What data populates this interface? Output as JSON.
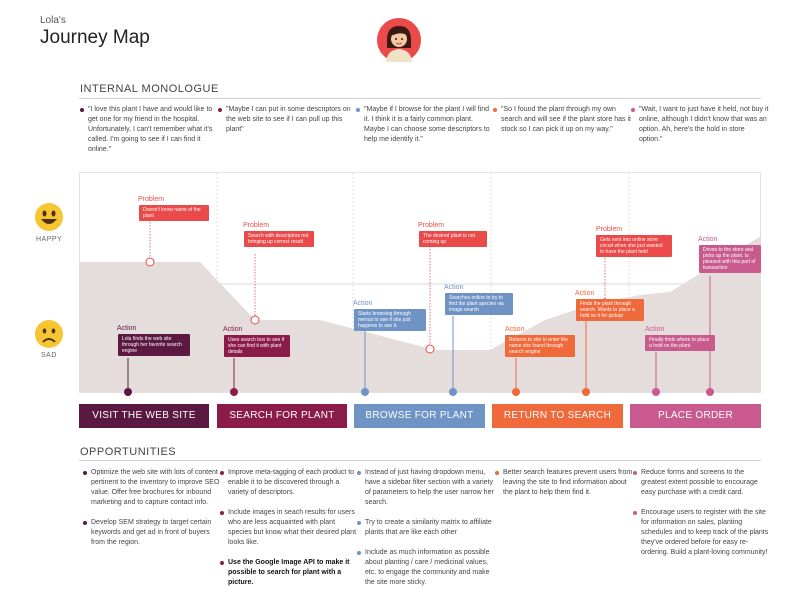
{
  "header": {
    "owner": "Lola's",
    "title": "Journey Map"
  },
  "sections": {
    "monologue": "INTERNAL MONOLOGUE",
    "opportunities": "OPPORTUNITIES"
  },
  "emotions": {
    "happy": "HAPPY",
    "sad": "SAD"
  },
  "colors": {
    "visit": "#5b1840",
    "search": "#8b1c4a",
    "browse": "#6f93c5",
    "return": "#f0693b",
    "order": "#c95a8e",
    "problem": "#ea4a4a",
    "curve_fill": "#e5dcdc"
  },
  "monologue": [
    "\"I love this plant I have and would like to get one for my friend in the hospital.  Unfortunately, I can't remember what it's called.  I'm going to see if I can find it online.\"",
    "\"Maybe I can put in some descriptors on the web site to see if I can pull up this plant\"",
    "\"Maybe if I browse for the plant I will find it.  I think it is a fairly common plant.  Maybe I can choose some descriptors to help me identify it.\"",
    "\"So I found the plant through my own search and will see if the plant store has it stock so I can pick it up on my way.\"",
    "\"Wait, I want to just have it held, not buy it online, although I didn't know that was an option.  Ah, here's the hold in store option.\""
  ],
  "problems": [
    {
      "label": "Problem",
      "text": "Doesn't know name of the plant"
    },
    {
      "label": "Problem",
      "text": "Search with descriptors not bringing up correct result"
    },
    {
      "label": "Problem",
      "text": "The desired plant is not coming up"
    },
    {
      "label": "Problem",
      "text": "Gets sent into online store circuit when she just wanted to have the plant held"
    }
  ],
  "actions": [
    {
      "label": "Action",
      "text": "Lola finds the web site through her favorite search engine"
    },
    {
      "label": "Action",
      "text": "Uses search box to see if she can find it with plant details"
    },
    {
      "label": "Action",
      "text": "Starts browsing through menus to see if she just happens to see it."
    },
    {
      "label": "Action",
      "text": "Searches online to try to find the plant species via image search"
    },
    {
      "label": "Action",
      "text": "Returns to site to enter the name she found through search engine"
    },
    {
      "label": "Action",
      "text": "Finds the plant through search. Wants to place a hold so it for pickup"
    },
    {
      "label": "Action",
      "text": "Finally finds where to place a hold on the plant"
    },
    {
      "label": "Action",
      "text": "Drives to the store and picks up the plant. Is pleased with this part of transaction"
    }
  ],
  "stages": [
    "VISIT THE WEB SITE",
    "SEARCH FOR PLANT",
    "BROWSE FOR PLANT",
    "RETURN TO SEARCH",
    "PLACE ORDER"
  ],
  "opportunities": [
    [
      "Optimize the web site with lots of content pertinent to the inventory to improve SEO value. Offer free brochures for inbound marketing and to capture contact info.",
      "Develop SEM strategy to target certain keywords and get ad in front of buyers from the region."
    ],
    [
      "Improve meta-tagging of each product to enable it to be discovered through a variety of descriptors.",
      "Include images in seach results for users who are less acquainted with plant species but know what their desired plant looks like.",
      "Use the Google Image API to make it possible to search for plant with a picture."
    ],
    [
      "Instead of just having dropdown menu, have a sidebar filter section with a variety of parameters to help the user narrow her search.",
      "Try to create a similarity matrix to affiliate plants that are like each other",
      "Include as much information as possible about planting / care / medicinal values, etc. to engage the community and make the site more sticky."
    ],
    [
      "Better search features prevent users from leaving the site to find information about the plant to help them find it."
    ],
    [
      "Reduce forms and screens to the greatest extent possible to encourage easy purchase with a credit card.",
      "Encourage users to register with the site for information on sales, planting schedules and to keep track of the plants they've ordered before for easy re-ordering.  Build a plant-loving community!"
    ]
  ]
}
